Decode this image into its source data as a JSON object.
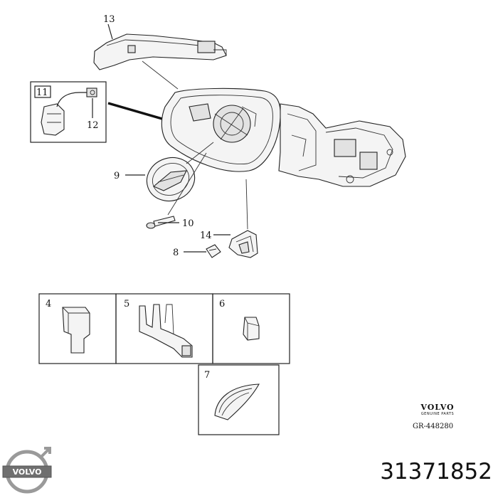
{
  "labels": {
    "p13": "13",
    "p11": "11",
    "p12": "12",
    "p9": "9",
    "p10": "10",
    "p14": "14",
    "p8": "8",
    "p4": "4",
    "p5": "5",
    "p6": "6",
    "p7": "7"
  },
  "brand": {
    "word": "VOLVO",
    "sub": "GENUINE PARTS",
    "reference": "GR-448280",
    "logo_text": "VOLVO"
  },
  "part_number": "31371852",
  "colors": {
    "line": "#222222",
    "logo_ring": "#9a9a9a",
    "logo_bar": "#6f6f6f"
  }
}
